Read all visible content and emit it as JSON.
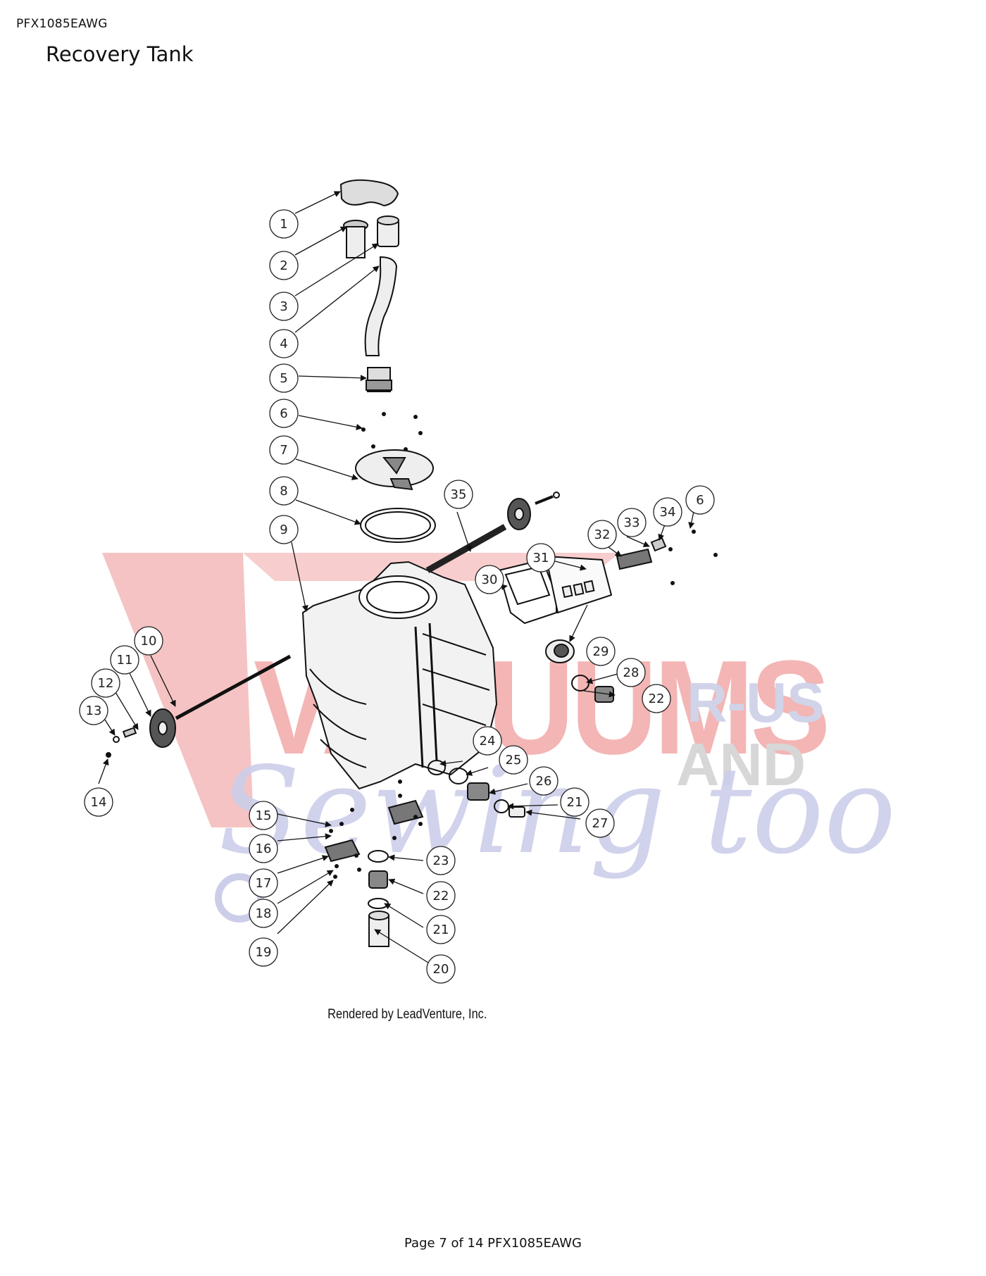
{
  "header": {
    "model_code": "PFX1085EAWG",
    "title": "Recovery Tank"
  },
  "watermark": {
    "text": "VACUUMS R-US AND Sewing too",
    "colors": {
      "red": "#ea4b4b",
      "blue": "#5a62b0",
      "gray": "#8c8c8c"
    }
  },
  "diagram": {
    "callouts": [
      "1",
      "2",
      "3",
      "4",
      "5",
      "6",
      "7",
      "8",
      "9",
      "10",
      "11",
      "12",
      "13",
      "14",
      "15",
      "16",
      "17",
      "18",
      "19",
      "20",
      "21",
      "22",
      "23",
      "24",
      "25",
      "26",
      "27",
      "28",
      "29",
      "30",
      "31",
      "32",
      "33",
      "34",
      "35",
      "6",
      "22",
      "21"
    ]
  },
  "credit": "Rendered by LeadVenture, Inc.",
  "footer": "Page 7 of 14 PFX1085EAWG"
}
